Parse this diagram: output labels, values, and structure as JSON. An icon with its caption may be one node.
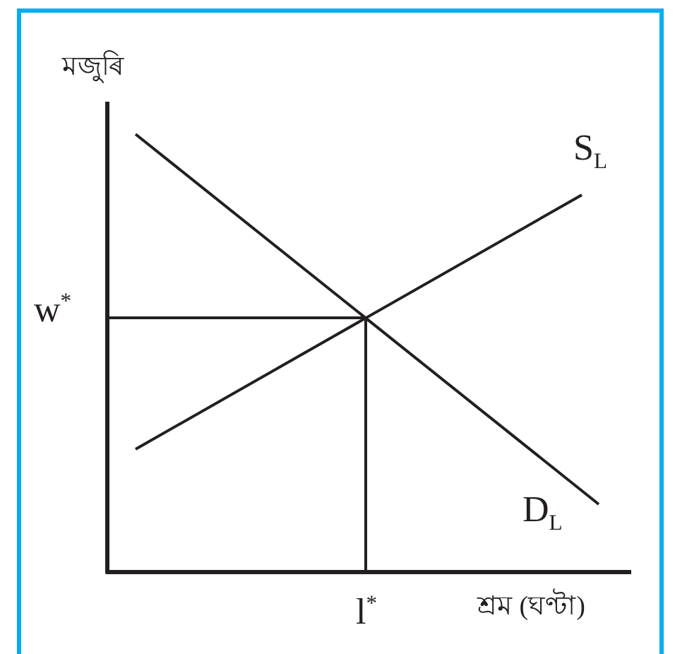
{
  "diagram": {
    "labels": [
      "মজুৰি",
      "S$_{L}$",
      "w$^{*}$",
      "D$_{L}$",
      "l$^{*}$",
      "শ্ৰম (ঘণ্টা)"
    ]
  }
}
